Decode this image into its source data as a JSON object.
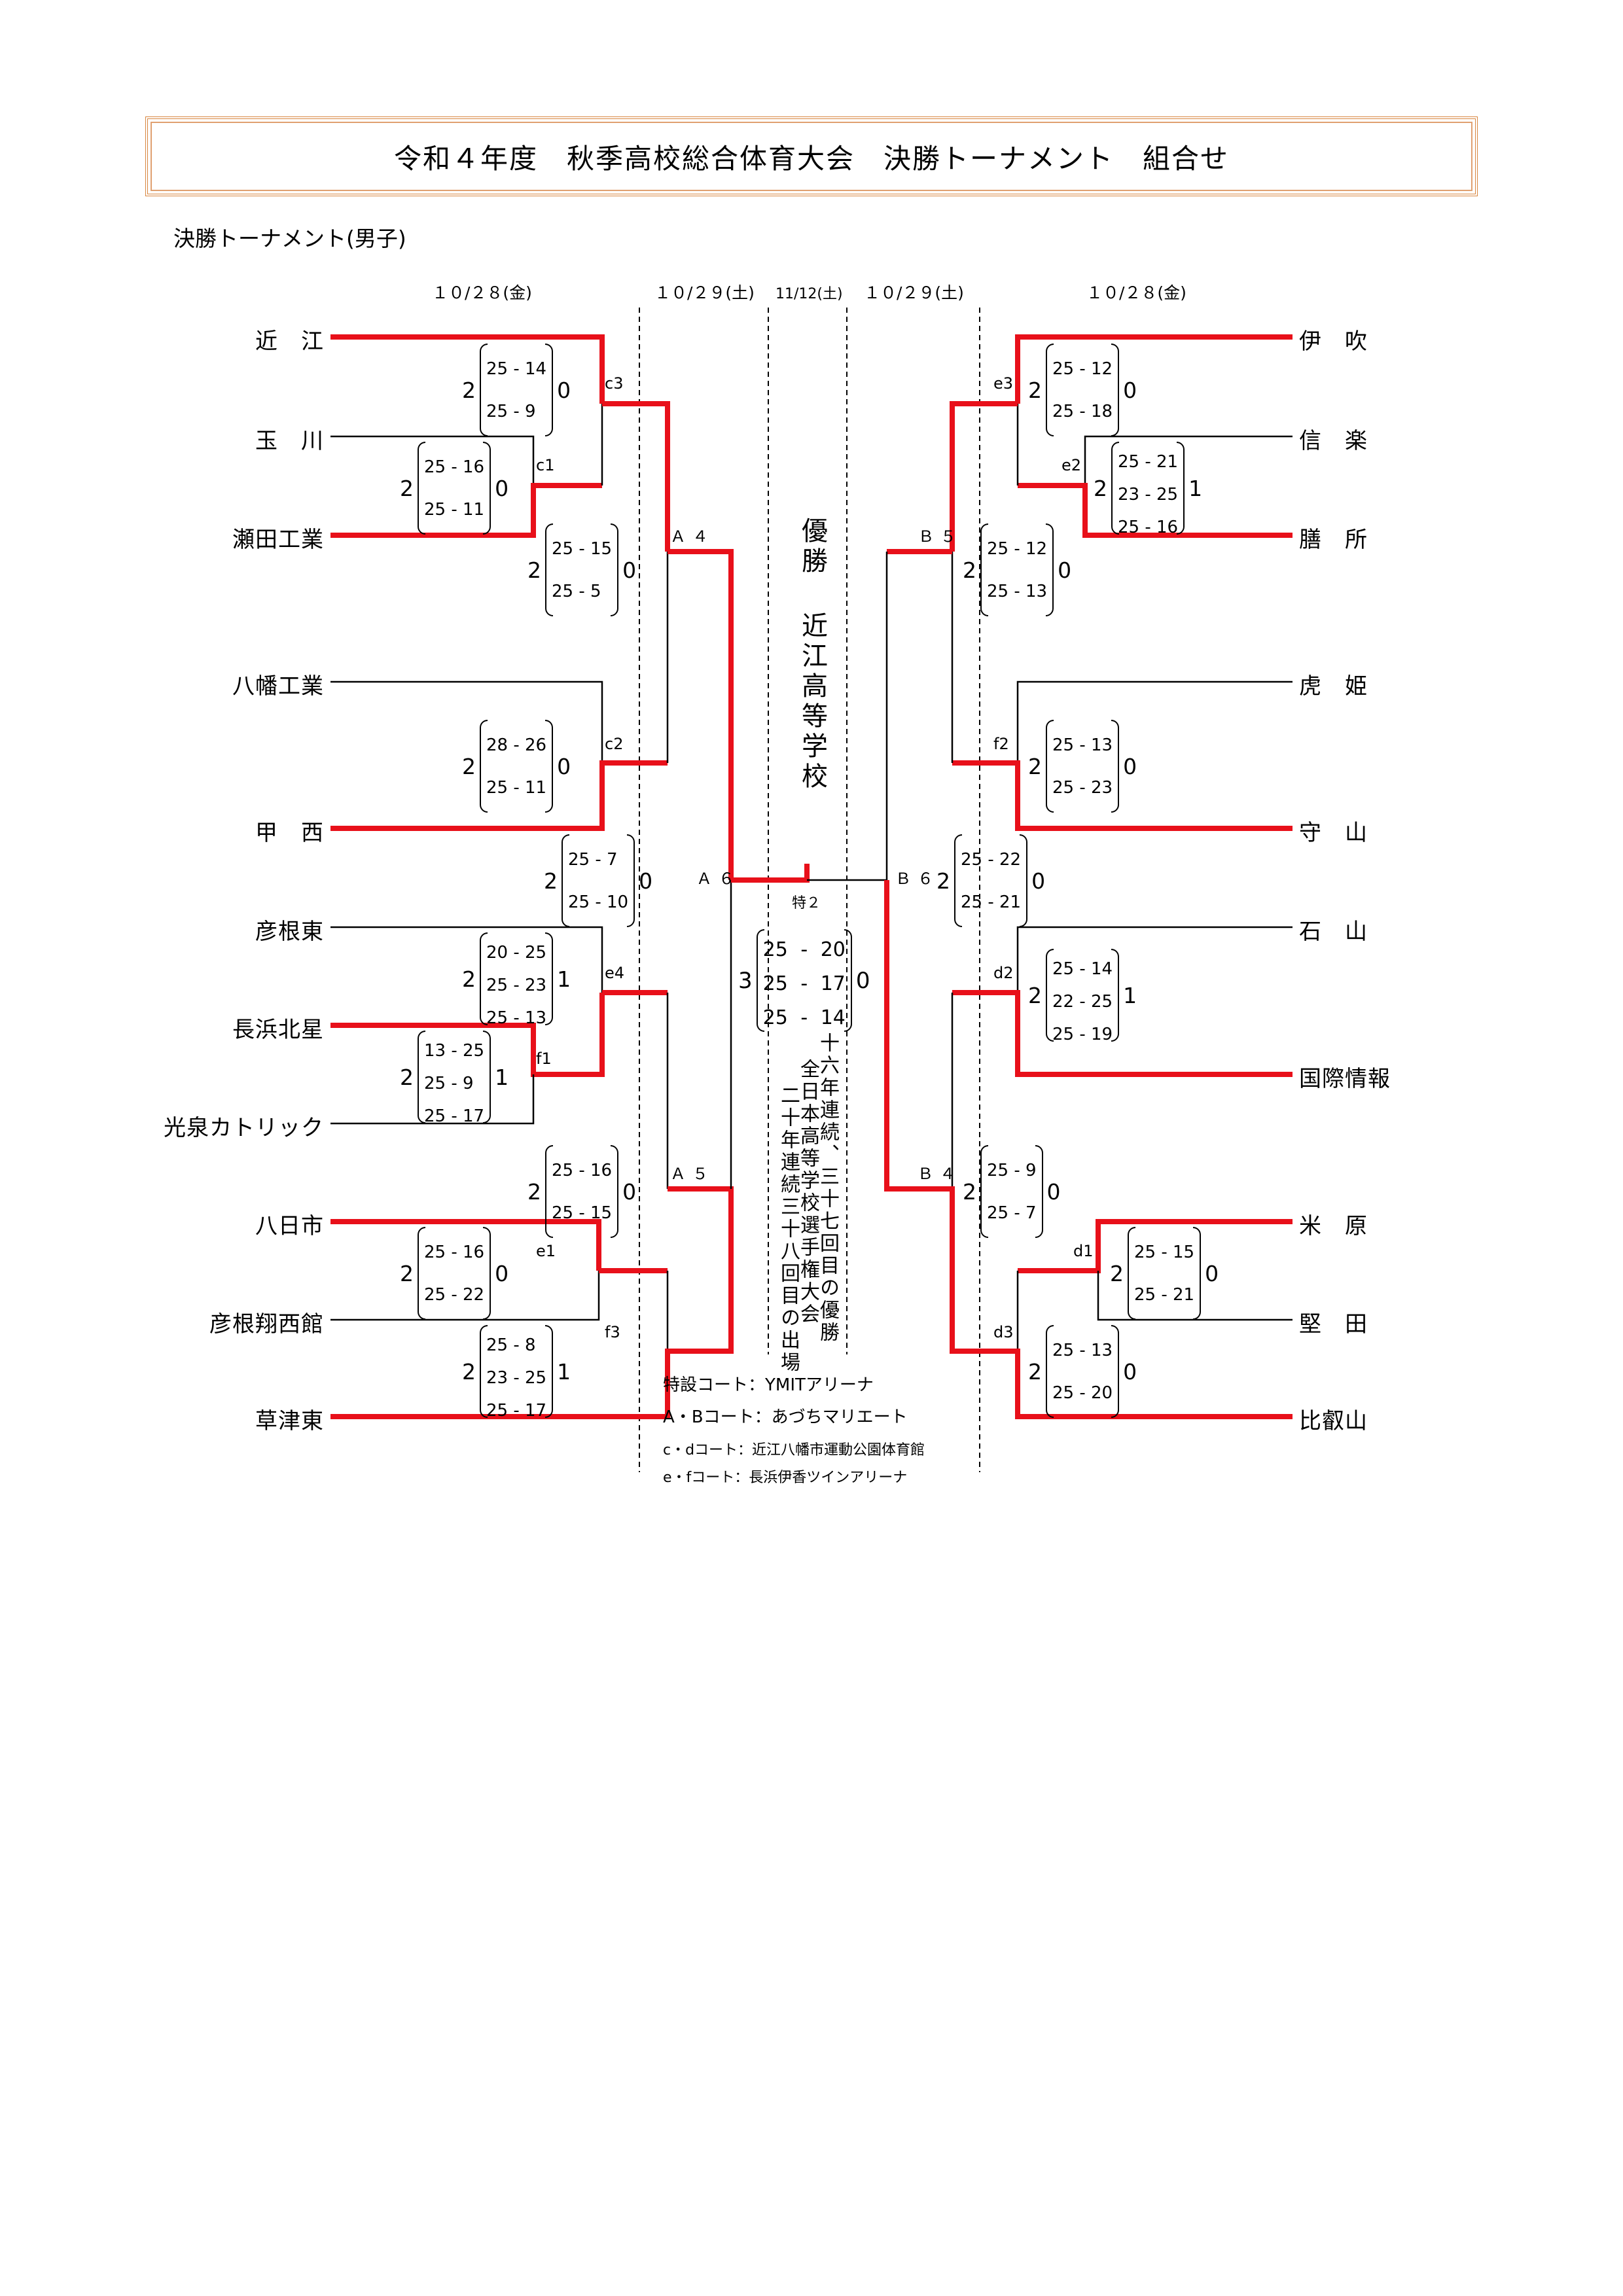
{
  "title": "令和４年度　秋季高校総合体育大会　決勝トーナメント　組合せ",
  "subtitle": "決勝トーナメント(男子)",
  "dates": {
    "left_r1": "１０/２８(金)",
    "left_r2": "１０/２９(土)",
    "final": "11/12(土)",
    "right_r2": "１０/２９(土)",
    "right_r1": "１０/２８(金)"
  },
  "colors": {
    "winner_line": "#e8101a",
    "loser_line": "#000000",
    "title_border": "#d8863f"
  },
  "left_teams": [
    "近　江",
    "玉　川",
    "瀬田工業",
    "八幡工業",
    "甲　西",
    "彦根東",
    "長浜北星",
    "光泉カトリック",
    "八日市",
    "彦根翔西館",
    "草津東"
  ],
  "right_teams": [
    "伊　吹",
    "信　楽",
    "膳　所",
    "虎　姫",
    "守　山",
    "石　山",
    "国際情報",
    "米　原",
    "堅　田",
    "比叡山"
  ],
  "matches": {
    "c1": {
      "court": "c1",
      "winner_sets": "2",
      "games": [
        "25 - 16",
        "25 - 11"
      ],
      "loser_sets": "0"
    },
    "c3": {
      "court": "c3",
      "winner_sets": "2",
      "games": [
        "25 - 14",
        "25 - 9"
      ],
      "loser_sets": "0"
    },
    "c2": {
      "court": "c2",
      "winner_sets": "2",
      "games": [
        "28 - 26",
        "25 - 11"
      ],
      "loser_sets": "0"
    },
    "A4": {
      "court": "Ａ４",
      "winner_sets": "2",
      "games": [
        "25 - 15",
        "25 - 5"
      ],
      "loser_sets": "0"
    },
    "A6": {
      "court": "Ａ６",
      "winner_sets": "2",
      "games": [
        "25 - 7",
        "25 - 10"
      ],
      "loser_sets": "0"
    },
    "f1": {
      "court": "f1",
      "winner_sets": "2",
      "games": [
        "13 - 25",
        "25 - 9",
        "25 - 17"
      ],
      "loser_sets": "1"
    },
    "e4": {
      "court": "e4",
      "winner_sets": "2",
      "games": [
        "20 - 25",
        "25 - 23",
        "25 - 13"
      ],
      "loser_sets": "1"
    },
    "e1": {
      "court": "e1",
      "winner_sets": "2",
      "games": [
        "25 - 16",
        "25 - 22"
      ],
      "loser_sets": "0"
    },
    "f3": {
      "court": "f3",
      "winner_sets": "2",
      "games": [
        "25 - 8",
        "23 - 25",
        "25 - 17"
      ],
      "loser_sets": "1"
    },
    "A5": {
      "court": "Ａ５",
      "winner_sets": "2",
      "games": [
        "25 - 16",
        "25 - 15"
      ],
      "loser_sets": "0"
    },
    "e2": {
      "court": "e2",
      "winner_sets": "2",
      "games": [
        "25 - 21",
        "23 - 25",
        "25 - 16"
      ],
      "loser_sets": "1"
    },
    "e3": {
      "court": "e3",
      "winner_sets": "2",
      "games": [
        "25 - 12",
        "25 - 18"
      ],
      "loser_sets": "0"
    },
    "B5": {
      "court": "Ｂ５",
      "winner_sets": "2",
      "games": [
        "25 - 12",
        "25 - 13"
      ],
      "loser_sets": "0"
    },
    "f2": {
      "court": "f2",
      "winner_sets": "2",
      "games": [
        "25 - 13",
        "25 - 23"
      ],
      "loser_sets": "0"
    },
    "B6": {
      "court": "Ｂ６",
      "winner_sets": "2",
      "games": [
        "25 - 22",
        "25 - 21"
      ],
      "loser_sets": "0"
    },
    "d2": {
      "court": "d2",
      "winner_sets": "2",
      "games": [
        "25 - 14",
        "22 - 25",
        "25 - 19"
      ],
      "loser_sets": "1"
    },
    "d1": {
      "court": "d1",
      "winner_sets": "2",
      "games": [
        "25 - 15",
        "25 - 21"
      ],
      "loser_sets": "0"
    },
    "d3": {
      "court": "d3",
      "winner_sets": "2",
      "games": [
        "25 - 13",
        "25 - 20"
      ],
      "loser_sets": "0"
    },
    "B4": {
      "court": "Ｂ４",
      "winner_sets": "2",
      "games": [
        "25 - 9",
        "25 - 7"
      ],
      "loser_sets": "0"
    },
    "final": {
      "court": "特２",
      "winner_sets": "3",
      "games": [
        "25 - 20",
        "25 - 17",
        "25 - 14"
      ],
      "loser_sets": "0"
    }
  },
  "champion": {
    "label": "優勝",
    "school": "近江高等学校",
    "notes": [
      "十六年連続、三十七回目の優勝",
      "全日本高等学校選手権大会",
      "二十年連続三十八回目の出場"
    ]
  },
  "venues": [
    "特設コート：YMITアリーナ",
    "A・Bコート：あづちマリエート",
    "c・dコート：近江八幡市運動公園体育館",
    "e・fコート：長浜伊香ツインアリーナ"
  ]
}
